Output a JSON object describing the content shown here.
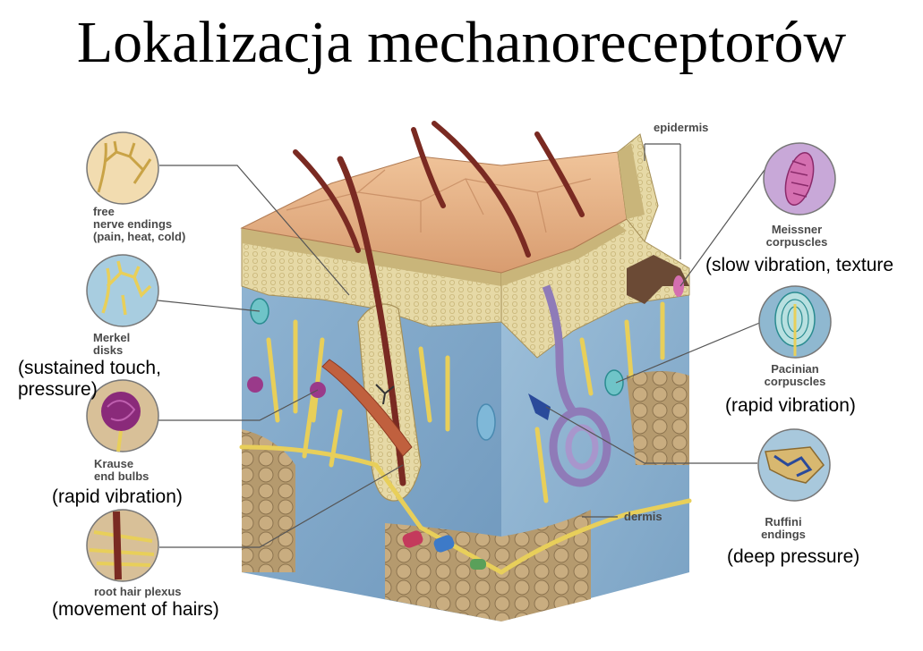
{
  "title": "Lokalizacja mechanoreceptorów",
  "structures": {
    "epidermis": "epidermis",
    "dermis": "dermis"
  },
  "receptors_left": [
    {
      "name_lines": [
        "free",
        "nerve endings",
        "(pain, heat, cold)"
      ],
      "function": ""
    },
    {
      "name_lines": [
        "Merkel",
        "disks"
      ],
      "function_lines": [
        "(sustained touch,",
        "pressure)"
      ]
    },
    {
      "name_lines": [
        "Krause",
        "end bulbs"
      ],
      "function": "(rapid vibration)"
    },
    {
      "name_lines": [
        "root hair plexus"
      ],
      "function": "(movement of hairs)"
    }
  ],
  "receptors_right": [
    {
      "name_lines": [
        "Meissner",
        "corpuscles"
      ],
      "function": "(slow vibration, texture"
    },
    {
      "name_lines": [
        "Pacinian",
        "corpuscles"
      ],
      "function": "(rapid vibration)"
    },
    {
      "name_lines": [
        "Ruffini",
        "endings"
      ],
      "function": "(deep pressure)"
    }
  ],
  "colors": {
    "skin_surface": "#e8b88a",
    "dermis": "#8ab0cf",
    "nerve": "#e8cf5a",
    "hair": "#7a2a22",
    "circle_bg": "#f2dcb0"
  }
}
